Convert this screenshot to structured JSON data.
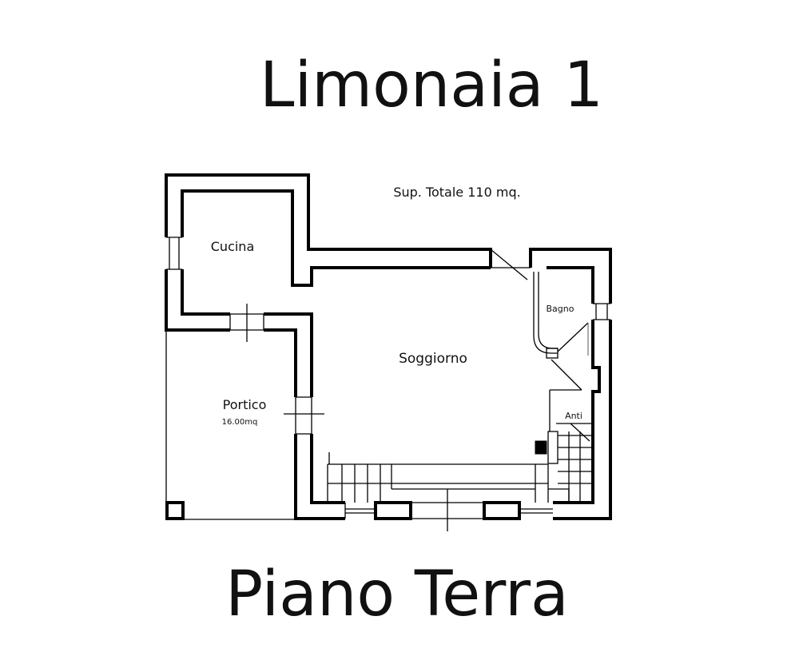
{
  "title": "Limonaia 1",
  "floor_label": "Piano Terra",
  "total_area": "Sup. Totale 110 mq.",
  "rooms": {
    "cucina": "Cucina",
    "soggiorno": "Soggiorno",
    "bagno": "Bagno",
    "anti": "Anti",
    "portico": "Portico",
    "portico_area": "16.00mq"
  }
}
